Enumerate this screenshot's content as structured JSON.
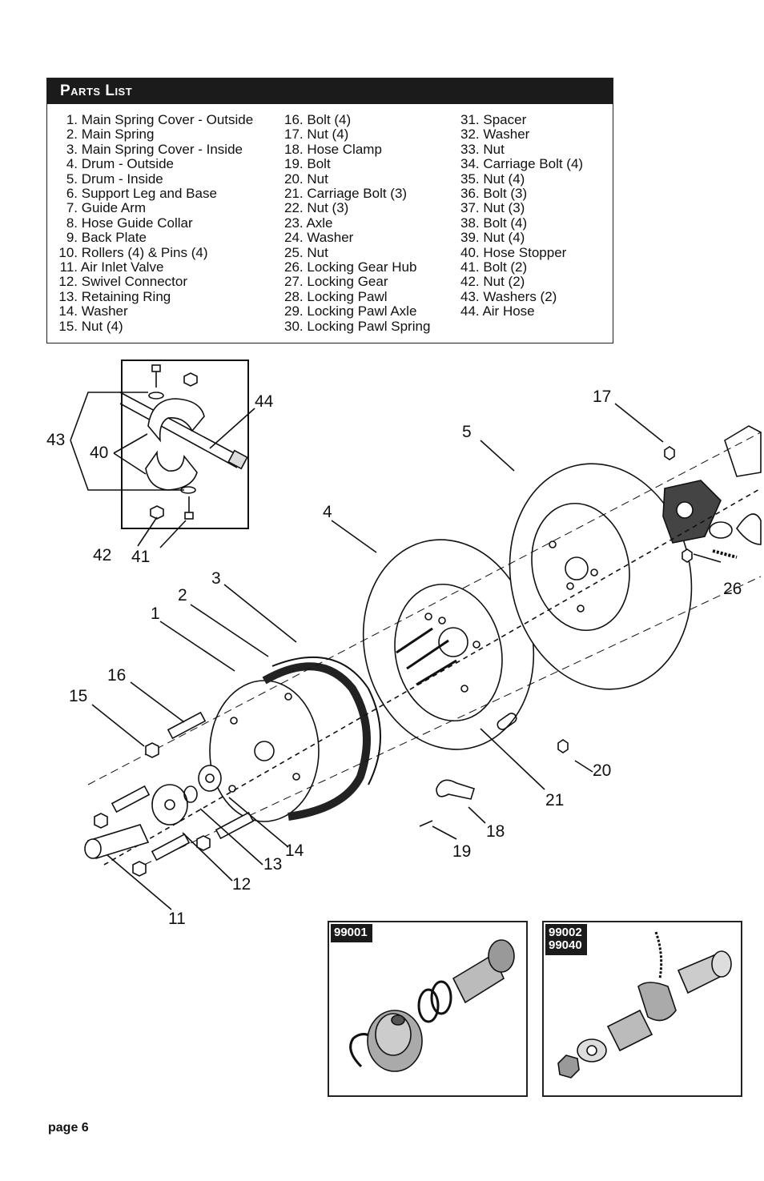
{
  "parts_list": {
    "title": "Parts List",
    "columns": [
      [
        {
          "num": "1.",
          "text": "Main Spring Cover - Outside"
        },
        {
          "num": "2.",
          "text": "Main Spring"
        },
        {
          "num": "3.",
          "text": "Main Spring Cover - Inside"
        },
        {
          "num": "4.",
          "text": "Drum - Outside"
        },
        {
          "num": "5.",
          "text": "Drum - Inside"
        },
        {
          "num": "6.",
          "text": "Support Leg and Base"
        },
        {
          "num": "7.",
          "text": "Guide Arm"
        },
        {
          "num": "8.",
          "text": "Hose Guide Collar"
        },
        {
          "num": "9.",
          "text": "Back Plate"
        },
        {
          "num": "10.",
          "text": "Rollers (4) & Pins (4)"
        },
        {
          "num": "11.",
          "text": "Air Inlet Valve"
        },
        {
          "num": "12.",
          "text": "Swivel Connector"
        },
        {
          "num": "13.",
          "text": "Retaining Ring"
        },
        {
          "num": "14.",
          "text": "Washer"
        },
        {
          "num": "15.",
          "text": "Nut (4)"
        }
      ],
      [
        {
          "num": "16.",
          "text": "Bolt (4)"
        },
        {
          "num": "17.",
          "text": "Nut (4)"
        },
        {
          "num": "18.",
          "text": "Hose Clamp"
        },
        {
          "num": "19.",
          "text": "Bolt"
        },
        {
          "num": "20.",
          "text": "Nut"
        },
        {
          "num": "21.",
          "text": "Carriage Bolt (3)"
        },
        {
          "num": "22.",
          "text": "Nut (3)"
        },
        {
          "num": "23.",
          "text": "Axle"
        },
        {
          "num": "24.",
          "text": "Washer"
        },
        {
          "num": "25.",
          "text": "Nut"
        },
        {
          "num": "26.",
          "text": "Locking Gear Hub"
        },
        {
          "num": "27.",
          "text": "Locking Gear"
        },
        {
          "num": "28.",
          "text": "Locking Pawl"
        },
        {
          "num": "29.",
          "text": "Locking Pawl Axle"
        },
        {
          "num": "30.",
          "text": "Locking Pawl Spring"
        }
      ],
      [
        {
          "num": "31.",
          "text": "Spacer"
        },
        {
          "num": "32.",
          "text": "Washer"
        },
        {
          "num": "33.",
          "text": "Nut"
        },
        {
          "num": "34.",
          "text": "Carriage Bolt (4)"
        },
        {
          "num": "35.",
          "text": "Nut (4)"
        },
        {
          "num": "36.",
          "text": "Bolt (3)"
        },
        {
          "num": "37.",
          "text": "Nut (3)"
        },
        {
          "num": "38.",
          "text": "Bolt (4)"
        },
        {
          "num": "39.",
          "text": "Nut (4)"
        },
        {
          "num": "40.",
          "text": "Hose Stopper"
        },
        {
          "num": "41.",
          "text": "Bolt (2)"
        },
        {
          "num": "42.",
          "text": "Nut (2)"
        },
        {
          "num": "43.",
          "text": "Washers (2)"
        },
        {
          "num": "44.",
          "text": "Air Hose"
        }
      ]
    ]
  },
  "callouts": {
    "c1": "1",
    "c2": "2",
    "c3": "3",
    "c4": "4",
    "c5": "5",
    "c11": "11",
    "c12": "12",
    "c13": "13",
    "c14": "14",
    "c15": "15",
    "c16": "16",
    "c17": "17",
    "c18": "18",
    "c19": "19",
    "c20": "20",
    "c21": "21",
    "c26": "26",
    "c40": "40",
    "c41": "41",
    "c42": "42",
    "c43": "43",
    "c44": "44"
  },
  "kits": {
    "kit_a": "99001",
    "kit_b_line1": "99002",
    "kit_b_line2": "99040"
  },
  "footer": {
    "page": "page 6"
  }
}
